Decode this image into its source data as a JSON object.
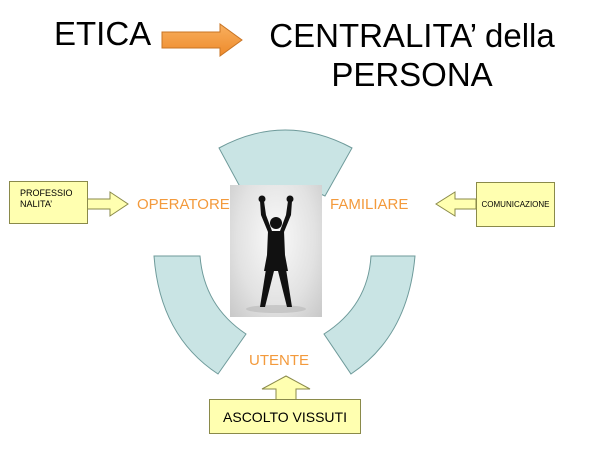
{
  "title": {
    "left": "ETICA",
    "right_line1": "CENTRALITA’ della",
    "right_line2": "PERSONA"
  },
  "diagram": {
    "center_labels": {
      "left": "OPERATORE",
      "right": "FAMILIARE",
      "bottom": "UTENTE"
    },
    "boxes": {
      "left_line1": "PROFESSIO",
      "left_line2": "NALITA’",
      "right": "COMUNICAZIONE",
      "bottom": "ASCOLTO VISSUTI"
    }
  },
  "colors": {
    "title_arrow": "#f39a3c",
    "label": "#f39a3c",
    "arc_fill": "#c9e4e4",
    "arc_stroke": "#6e9a9a",
    "box_fill": "#ffffb0"
  },
  "icons": {
    "figure": "person-arms-raised-icon"
  }
}
